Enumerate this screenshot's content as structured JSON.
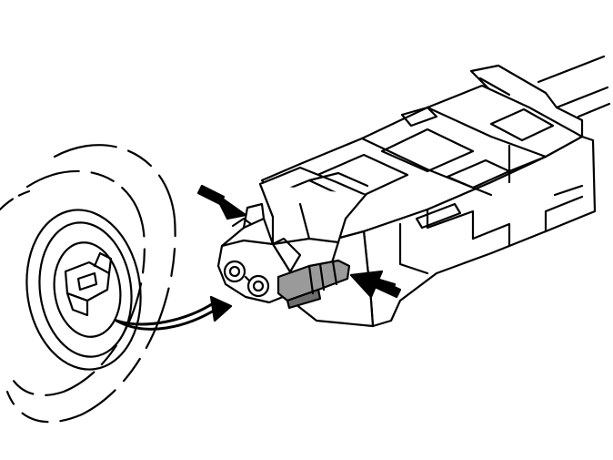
{
  "figure": {
    "kind": "line-art technical illustration",
    "components": [
      "cable",
      "connector-housing",
      "connector-plug",
      "locking-tab",
      "vehicle-socket"
    ],
    "arrows": [
      "press-arrow-top",
      "press-arrow-right",
      "insert-arrow"
    ],
    "colors": {
      "ink": "#000000",
      "paper": "#ffffff",
      "locking_tab": "#9a9a9a",
      "locking_tab_shadow": "#6e6e6e"
    }
  }
}
